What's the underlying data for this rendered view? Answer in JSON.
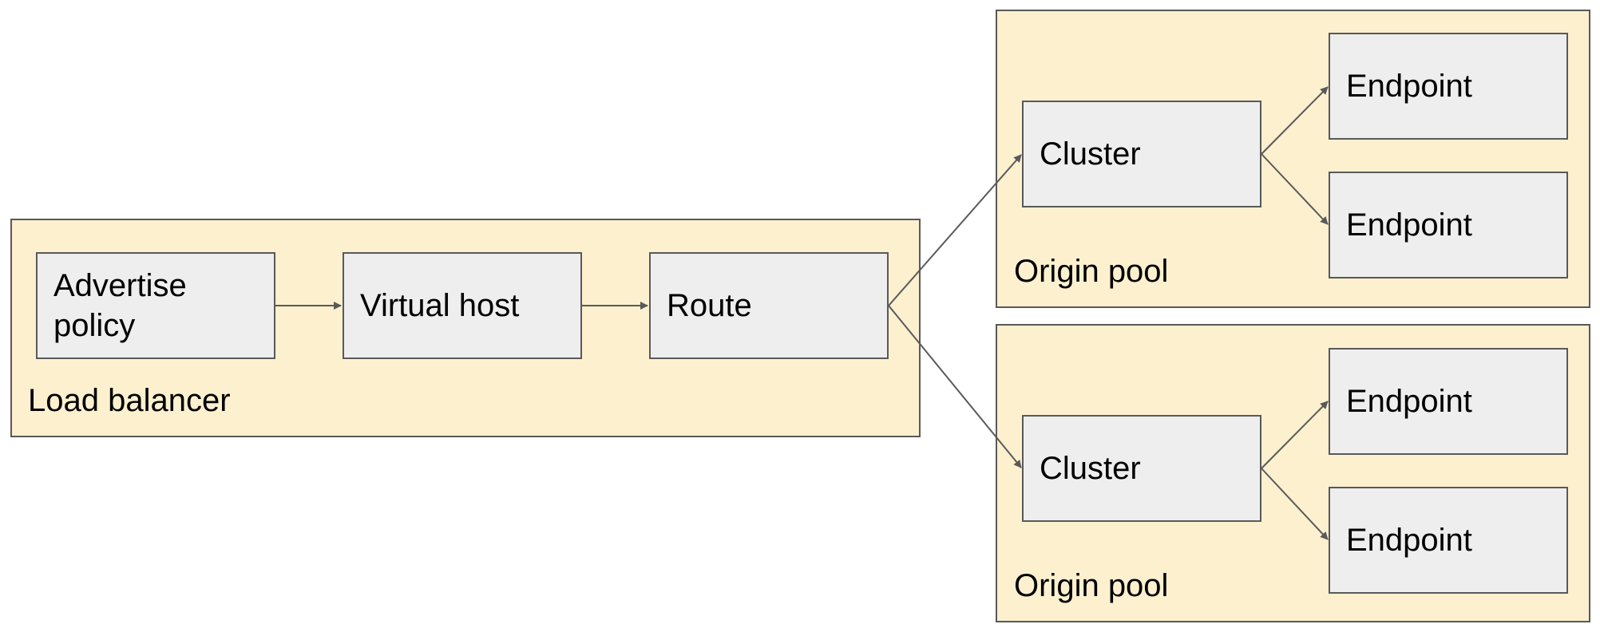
{
  "colors": {
    "container_fill": "#fcf0cf",
    "node_fill": "#eeeeee",
    "stroke": "#595959"
  },
  "load_balancer": {
    "label": "Load balancer",
    "nodes": {
      "advertise_policy": "Advertise\npolicy",
      "virtual_host": "Virtual host",
      "route": "Route"
    }
  },
  "origin_pools": [
    {
      "label": "Origin pool",
      "cluster": "Cluster",
      "endpoints": [
        "Endpoint",
        "Endpoint"
      ]
    },
    {
      "label": "Origin pool",
      "cluster": "Cluster",
      "endpoints": [
        "Endpoint",
        "Endpoint"
      ]
    }
  ]
}
